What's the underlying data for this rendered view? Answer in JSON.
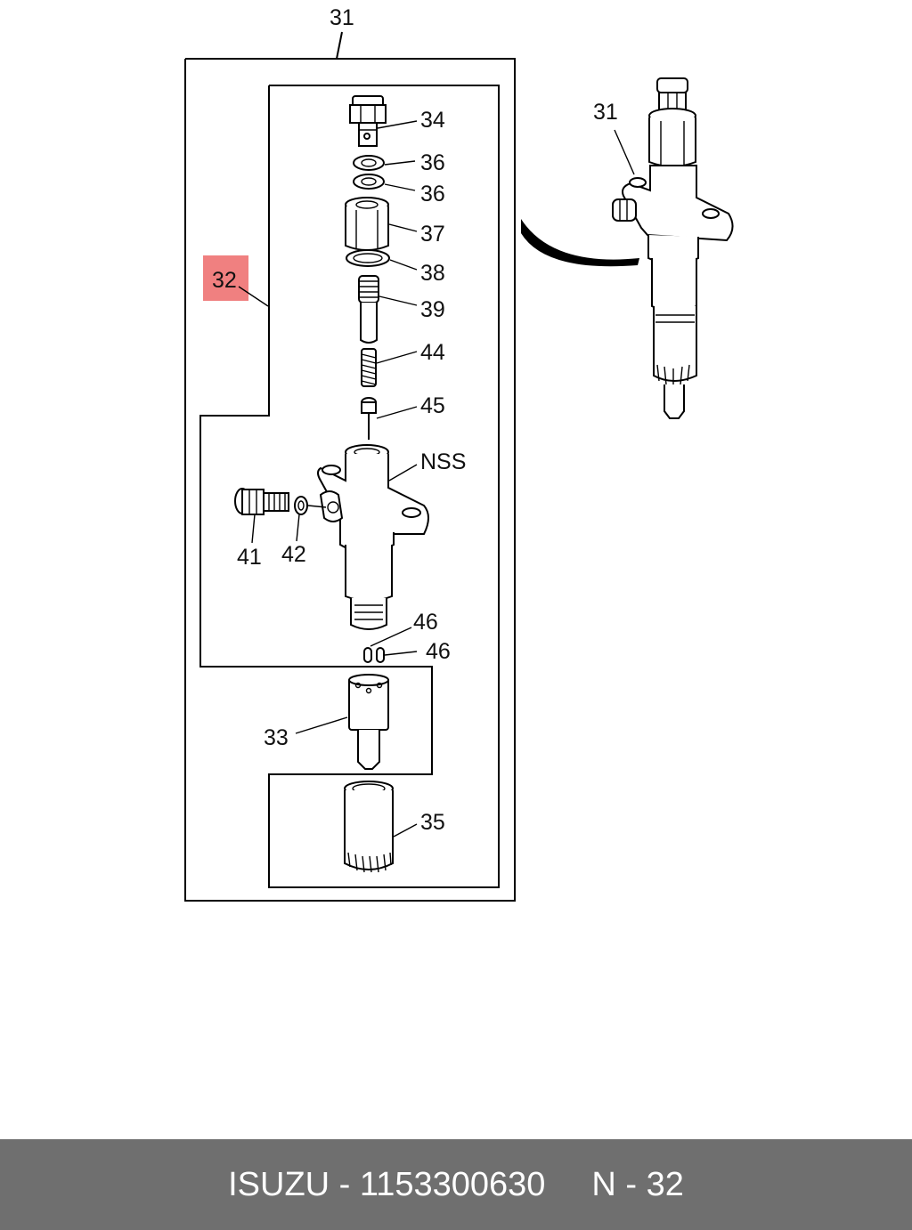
{
  "callouts": {
    "c31": "31",
    "c31b": "31",
    "c32": "32",
    "c33": "33",
    "c34": "34",
    "c35": "35",
    "c36a": "36",
    "c36b": "36",
    "c37": "37",
    "c38": "38",
    "c39": "39",
    "c41": "41",
    "c42": "42",
    "c44": "44",
    "c45": "45",
    "c46a": "46",
    "c46b": "46",
    "nss": "NSS"
  },
  "highlight": {
    "callout": "32",
    "color": "#f08080"
  },
  "footer": {
    "brand": "ISUZU - 1153300630",
    "ref": "N - 32",
    "background": "#6f6f6f"
  }
}
